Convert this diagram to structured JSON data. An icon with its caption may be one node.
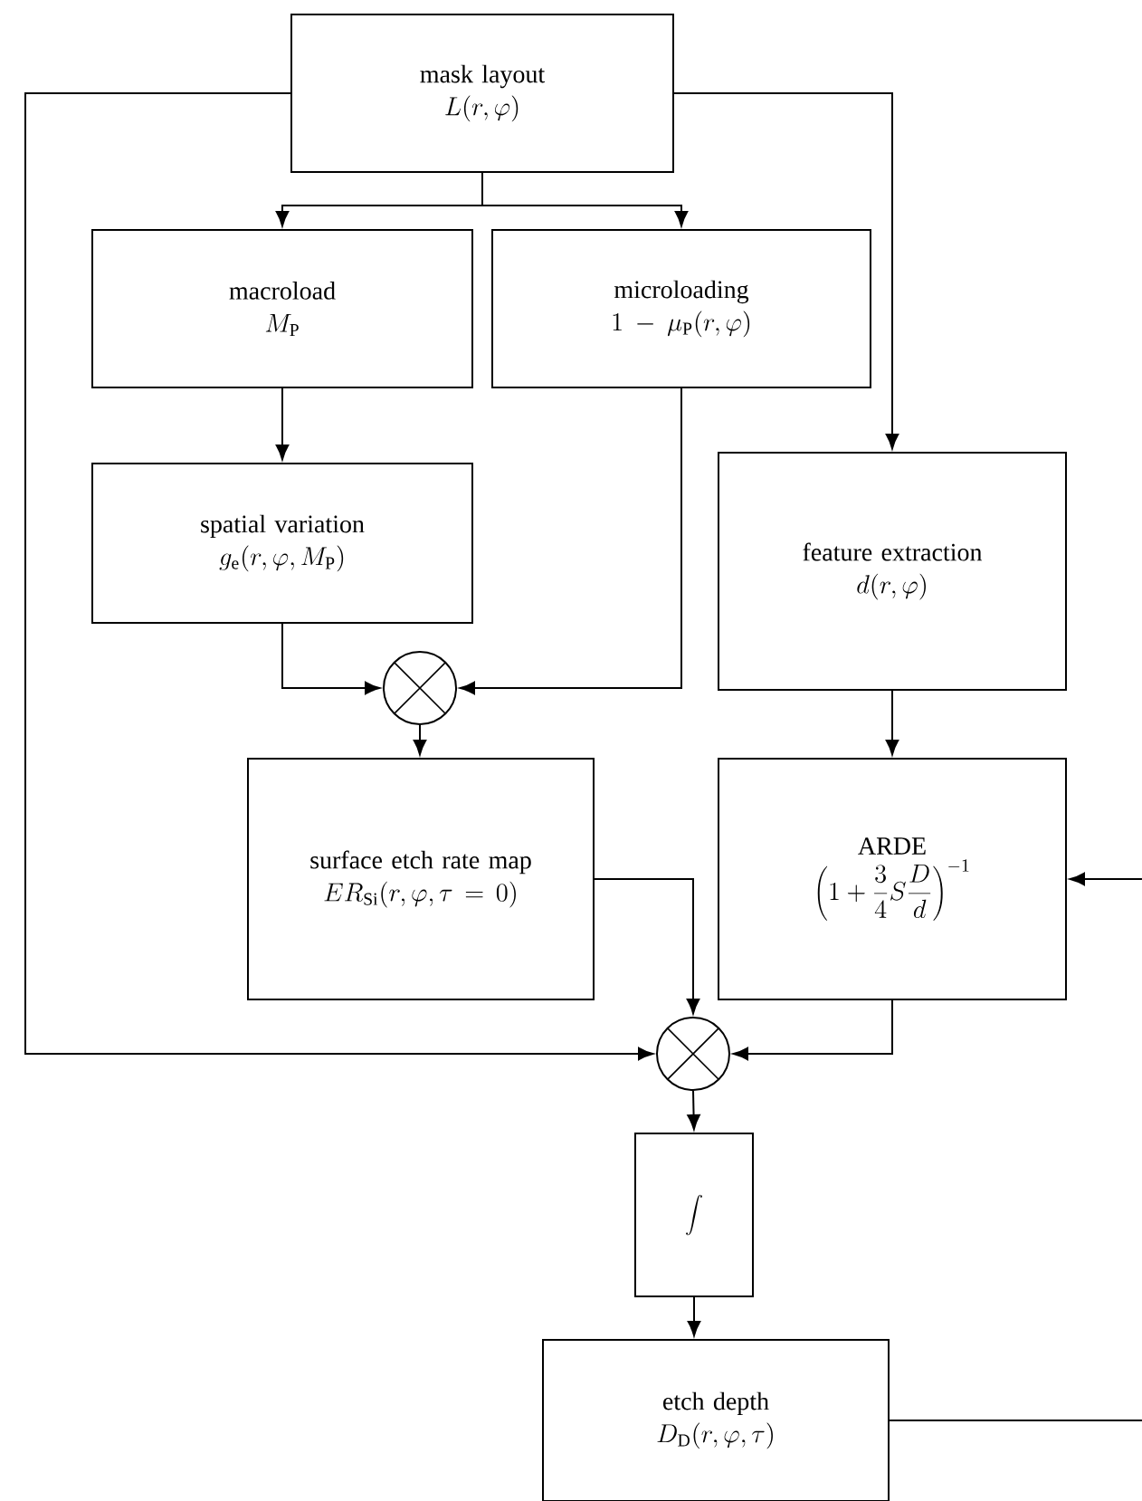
{
  "diagram": {
    "nodes": [
      {
        "text": [
          "mask layout",
          "L(r,\\varphi)"
        ]
      },
      {
        "text": [
          "macroload",
          "M_{\\mathrm{P}}"
        ]
      },
      {
        "text": [
          "microloading",
          "1-\\mu_{\\mathrm{P}}(r,\\varphi)"
        ]
      },
      {
        "text": [
          "spatial variation",
          "g_{\\mathrm{e}}(r,\\varphi,M_{\\mathrm{P}})"
        ]
      },
      {
        "text": [
          "feature extraction",
          "d(r,\\varphi)"
        ]
      },
      {
        "text": [],
        "shape": "circle"
      },
      {
        "text": [
          "surface etch rate map",
          "ER_{\\mathrm{Si}}(r,\\varphi,\\tau=0)"
        ]
      },
      {
        "text": [
          "ARDE",
          "\\left(1+\\frac{3}{4}S\\frac{D}{d}\\right)^{-1}"
        ]
      },
      {
        "text": [],
        "shape": "circle"
      },
      {
        "text": [
          "\\int"
        ]
      },
      {
        "text": [
          "etch depth",
          "D_{\\mathrm{D}}(r,\\varphi,\\tau)"
        ]
      }
    ],
    "edges": [
      {
        "from": 0,
        "to": 1,
        "arrow": "to"
      },
      {
        "from": 0,
        "to": 2,
        "arrow": "to"
      },
      {
        "from": 0,
        "to": 4,
        "arrow": "to"
      },
      {
        "from": 0,
        "to": 8,
        "arrow": "to"
      },
      {
        "from": 1,
        "to": 3,
        "arrow": "to"
      },
      {
        "from": 3,
        "to": 5,
        "arrow": "to"
      },
      {
        "from": 2,
        "to": 5,
        "arrow": "to"
      },
      {
        "from": 5,
        "to": 6,
        "arrow": "to"
      },
      {
        "from": 4,
        "to": 7,
        "arrow": "to"
      },
      {
        "from": 6,
        "to": 8,
        "arrow": "to"
      },
      {
        "from": 7,
        "to": 8,
        "arrow": "to"
      },
      {
        "from": null,
        "to": 7,
        "arrow": "to"
      },
      {
        "from": 8,
        "to": 9,
        "arrow": "to"
      },
      {
        "from": 9,
        "to": 10,
        "arrow": "to"
      },
      {
        "from": 10,
        "to": null,
        "arrow": "none"
      }
    ]
  }
}
